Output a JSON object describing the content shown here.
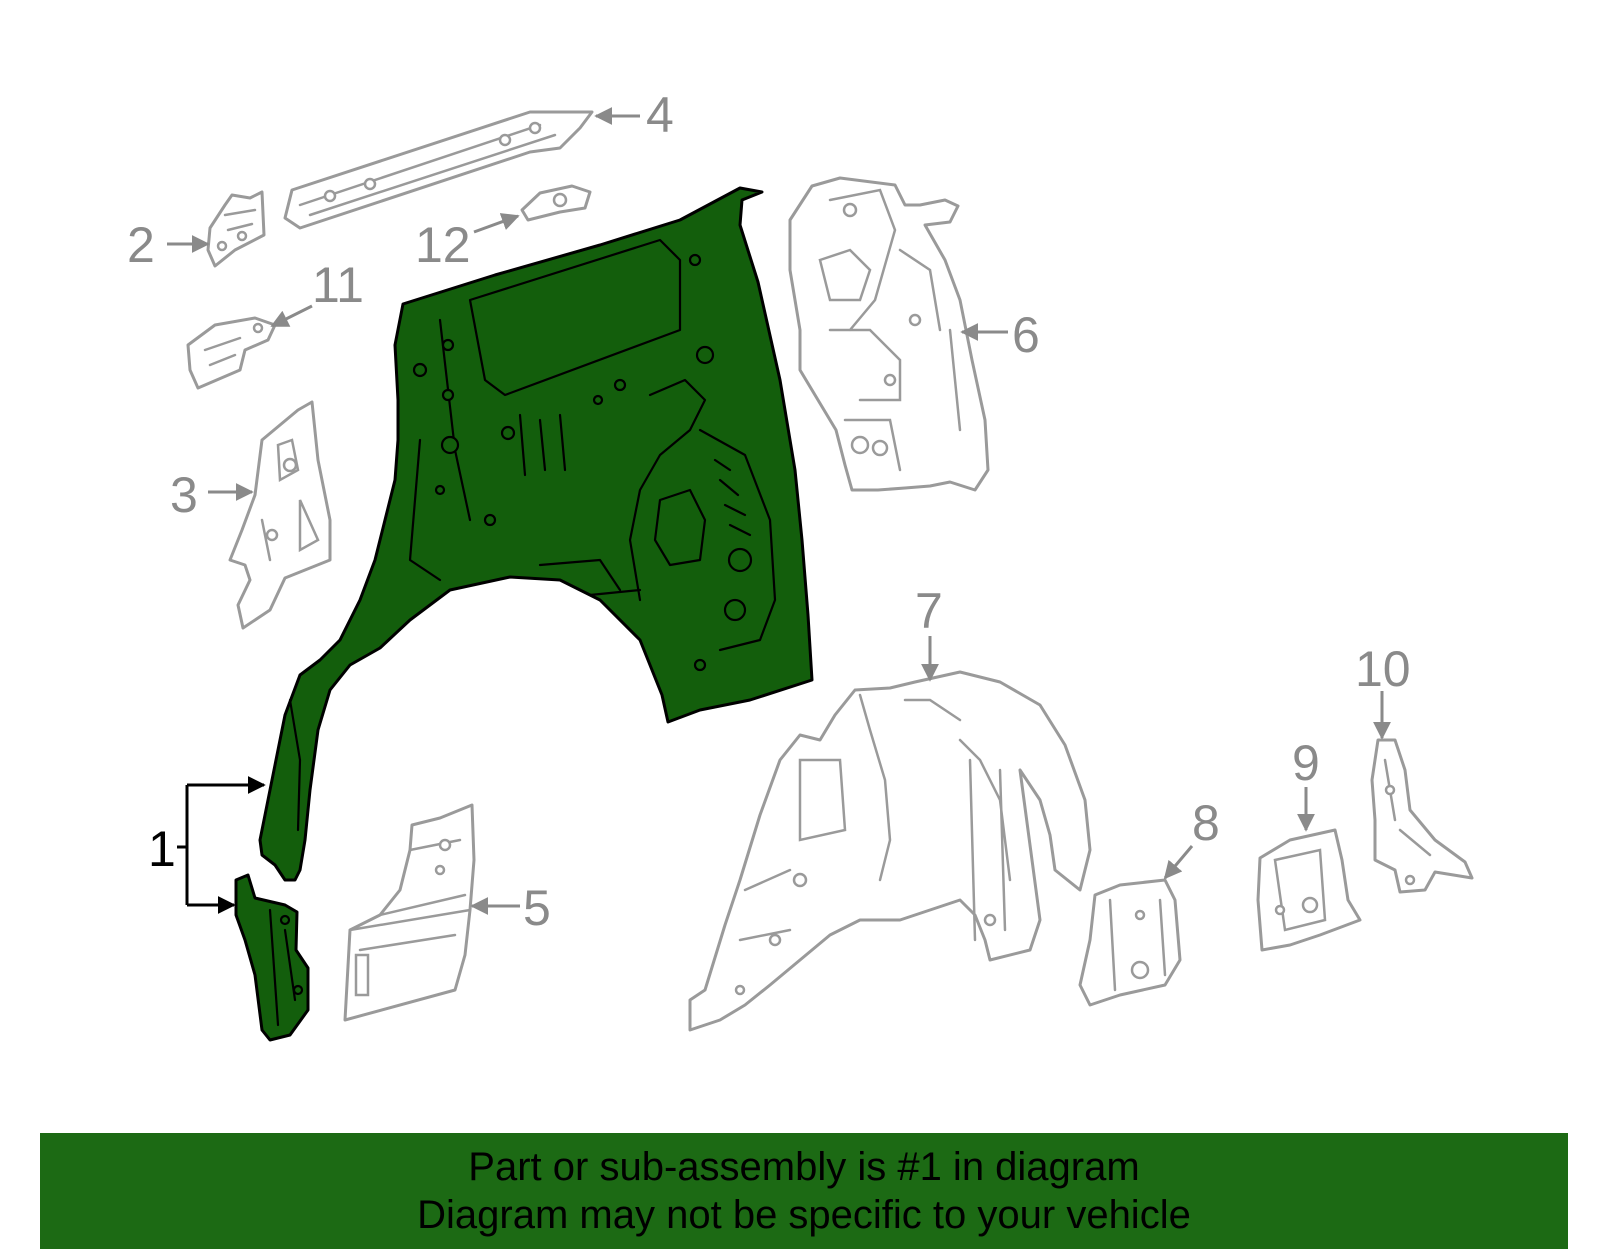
{
  "colors": {
    "highlight_fill": "#135e0c",
    "banner_background": "#1c6a14",
    "ghost_outline": "#9a9a9a",
    "callout_grey": "#8a8a8a"
  },
  "callouts": {
    "c1": "1",
    "c2": "2",
    "c3": "3",
    "c4": "4",
    "c5": "5",
    "c6": "6",
    "c7": "7",
    "c8": "8",
    "c9": "9",
    "c10": "10",
    "c11": "11",
    "c12": "12"
  },
  "banner": {
    "line1": "Part or sub-assembly is #1 in diagram",
    "line2": "Diagram may not be specific to your vehicle"
  }
}
